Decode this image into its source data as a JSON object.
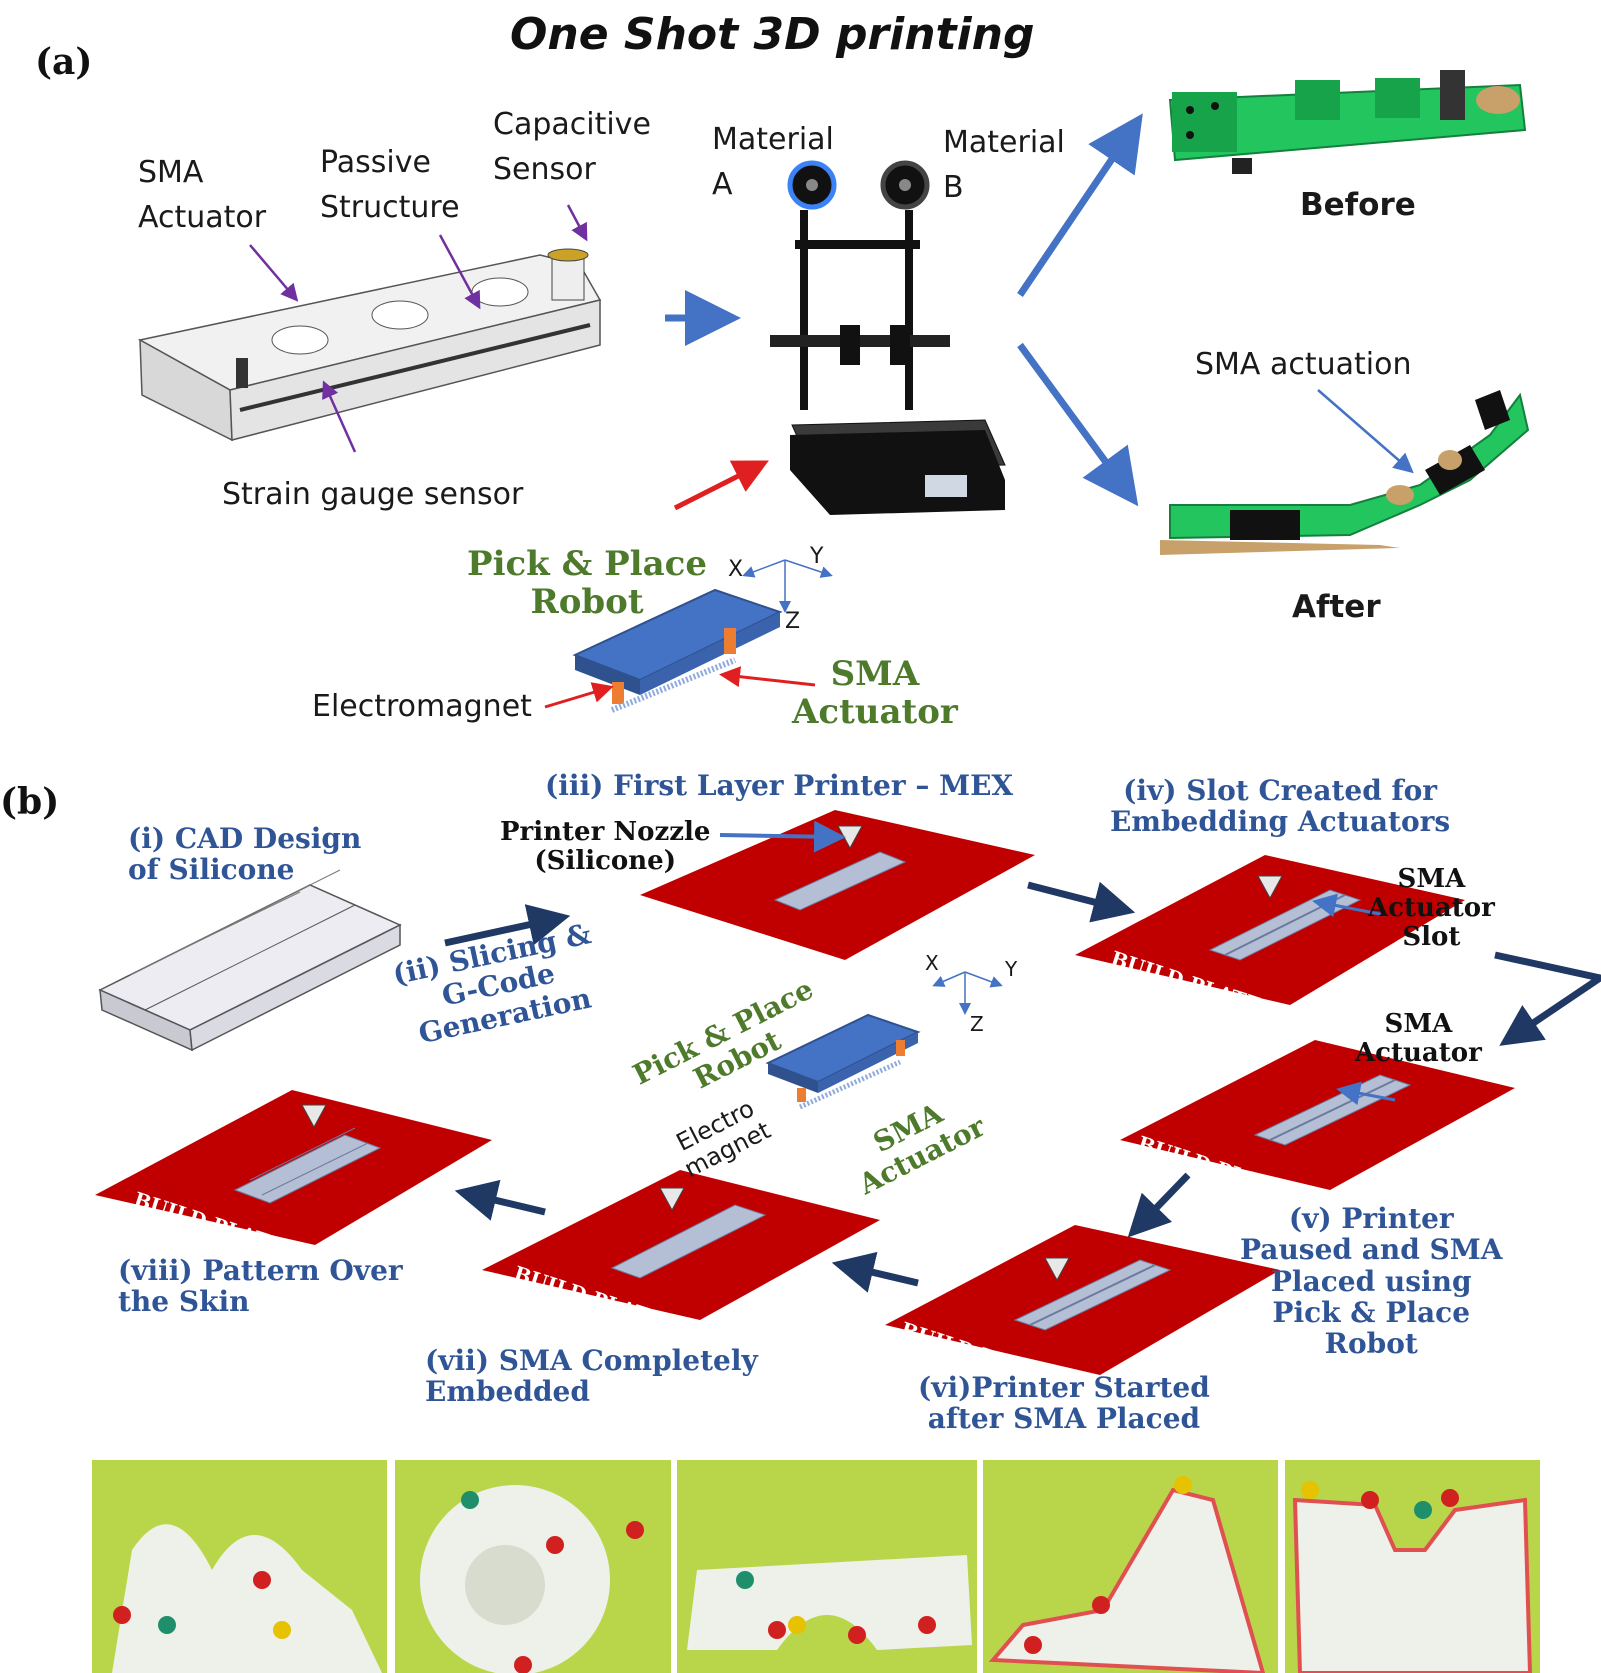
{
  "panel_a": {
    "panel_label": "(a)",
    "title": "One Shot 3D printing",
    "sma_actuator": "SMA\nActuator",
    "passive_structure": "Passive\nStructure",
    "capacitive_sensor": "Capacitive\nSensor",
    "strain_gauge": "Strain gauge sensor",
    "material_a": "Material\nA",
    "material_b": "Material\nB",
    "before": "Before",
    "sma_actuation": "SMA actuation",
    "after": "After",
    "pick_place_robot": "Pick & Place\nRobot",
    "electromagnet": "Electromagnet",
    "sma_actuator_robot": "SMA\nActuator",
    "axis_x": "X",
    "axis_y": "Y",
    "axis_z": "Z"
  },
  "panel_b": {
    "panel_label": "(b)",
    "step_i": "(i) CAD Design\nof Silicone",
    "step_ii": "(ii) Slicing &\nG-Code\nGeneration",
    "step_iii": "(iii) First Layer Printer – MEX",
    "printer_nozzle": "Printer Nozzle\n(Silicone)",
    "step_iv": "(iv) Slot Created for\nEmbedding Actuators",
    "sma_actuator_slot": "SMA\nActuator\nSlot",
    "sma_actuator": "SMA\nActuator",
    "step_v": "(v) Printer\nPaused and SMA\nPlaced using\nPick & Place\nRobot",
    "step_vi": "(vi)Printer Started\nafter SMA Placed",
    "step_vii": "(vii) SMA Completely\nEmbedded",
    "step_viii": "(viii) Pattern Over\nthe Skin",
    "pick_place_robot": "Pick & Place\nRobot",
    "electro_magnet": "Electro\nmagnet",
    "sma_actuator_robot": "SMA\nActuator",
    "build_plate": "BUILD PLATE",
    "axis_x": "X",
    "axis_y": "Y",
    "axis_z": "Z"
  },
  "colors": {
    "build_plate": "#c00000",
    "arrow_blue": "#4472c4",
    "arrow_navy": "#1f3864",
    "arrow_red": "#e02020",
    "label_blue": "#2f5597",
    "label_green": "#4e7a2c",
    "gripper_green": "#22c55e",
    "photo_background": "#b9d64a"
  }
}
